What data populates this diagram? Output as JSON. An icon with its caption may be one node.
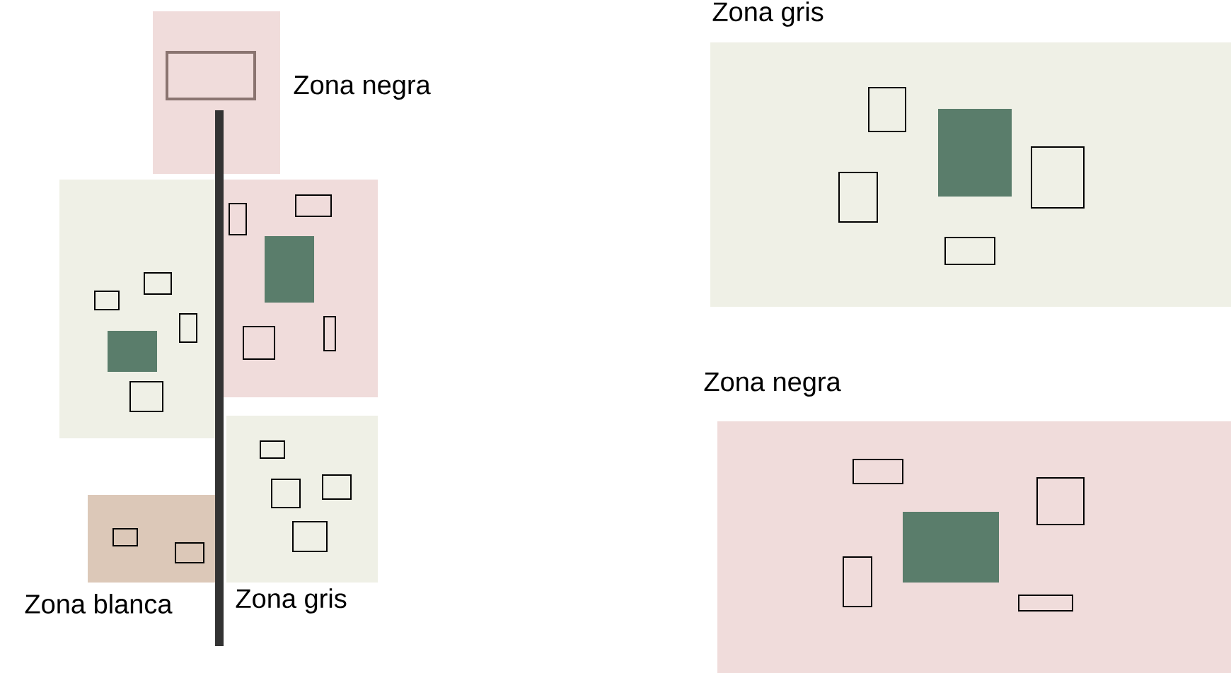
{
  "diagram": {
    "nodes": [
      {
        "text": [
          "Zona negra"
        ]
      },
      {
        "text": [],
        "shape": "box"
      },
      {
        "text": [],
        "shape": "box"
      },
      {
        "text": [
          "Zona gris"
        ]
      },
      {
        "text": [
          "Zona blanca"
        ]
      },
      {
        "text": [
          "Zona gris"
        ]
      },
      {
        "text": [
          "Zona negra"
        ]
      }
    ]
  }
}
